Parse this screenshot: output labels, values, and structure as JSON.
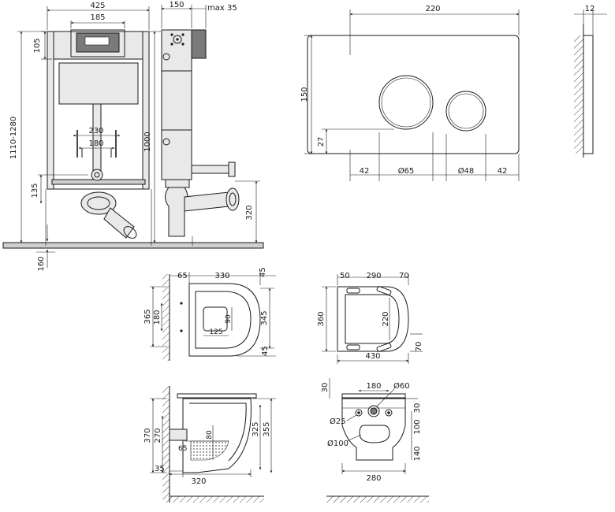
{
  "frame_front": {
    "width": "425",
    "width_inner": "185",
    "top_panel": "105",
    "total_height": "1110-1280",
    "height": "1000",
    "studs_outer": "230",
    "studs_inner": "180",
    "drain_height": "135",
    "floor_depth": "160"
  },
  "frame_side": {
    "depth": "150",
    "panel_max": "max 35",
    "drain_height": "320"
  },
  "flush_plate": {
    "width": "220",
    "height": "150",
    "margin_bottom": "27",
    "margin_left": "42",
    "button_large": "Ø65",
    "button_small": "Ø48",
    "margin_right": "42",
    "thickness": "12"
  },
  "bowl_top": {
    "offset_left": "65",
    "length": "330",
    "offset_right": "45",
    "width_total": "365",
    "mount_spacing": "180",
    "width": "345",
    "opening_width": "90",
    "opening_length": "125",
    "rim_offset": "45"
  },
  "seat_top": {
    "edge_left": "50",
    "width": "290",
    "edge_right": "70",
    "depth": "360",
    "inner": "220",
    "length": "430",
    "hinge": "70"
  },
  "bowl_side": {
    "height_total": "370",
    "height_outlet": "270",
    "depth_water": "80",
    "height_rim": "325",
    "height_seat": "355",
    "water_offset": "65",
    "length": "320",
    "base_offset": "35"
  },
  "bowl_back": {
    "top_offset": "30",
    "hole_spacing": "180",
    "outlet_diameter": "Ø60",
    "side_offset": "30",
    "bolt_diameter": "Ø25",
    "outlet_height": "100",
    "drain_diameter": "Ø100",
    "base_height": "140",
    "width": "280"
  }
}
